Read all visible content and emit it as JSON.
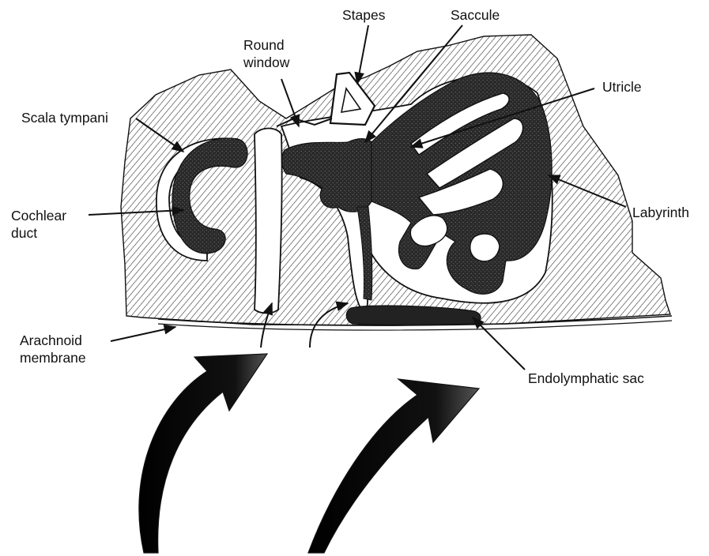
{
  "figure": {
    "colors": {
      "ink": "#111111",
      "fluid": "#2a2a2a",
      "bone_hatch": "#222222",
      "background": "#ffffff"
    }
  },
  "labels": {
    "stapes": "Stapes",
    "saccule": "Saccule",
    "round_window": [
      "Round",
      "window"
    ],
    "utricle": "Utricle",
    "scala_tympani": "Scala tympani",
    "cochlear_duct": [
      "Cochlear",
      "duct"
    ],
    "labyrinth": "Labyrinth",
    "arachnoid_membrane": [
      "Arachnoid",
      "membrane"
    ],
    "endolymphatic_sac": "Endolymphatic sac"
  }
}
